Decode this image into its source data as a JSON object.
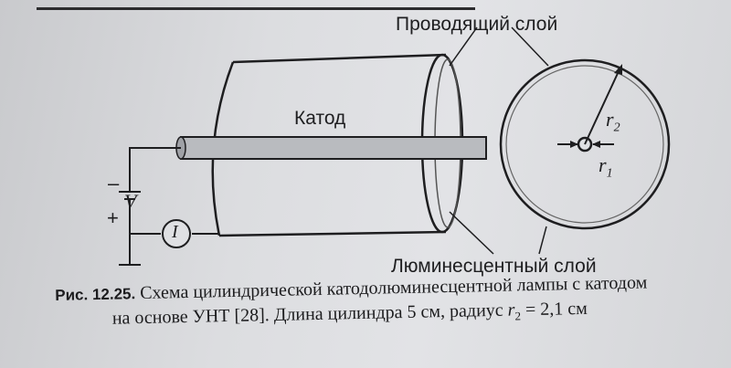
{
  "figure": {
    "labels": {
      "conducting_layer": "Проводящий слой",
      "cathode": "Катод",
      "luminescent_layer": "Люминесцентный слой",
      "r2": "r",
      "r2_sub": "2",
      "r1": "r",
      "r1_sub": "1",
      "voltage": "V",
      "minus": "–",
      "plus": "+",
      "current": "I"
    }
  },
  "caption": {
    "figure_number": "Рис. 12.25.",
    "line1": "Схема цилиндрической катодолюминесцентной лампы с катодом",
    "line2_start": "на основе УНТ [28]. Длина цилиндра 5 см, радиус",
    "line2_sym": "r",
    "line2_sub": "2",
    "line2_end": "= 2,1 см"
  },
  "colors": {
    "ink": "#1e1e20",
    "paper": "#dcdde0",
    "cathode_fill": "#b9bbbf"
  }
}
